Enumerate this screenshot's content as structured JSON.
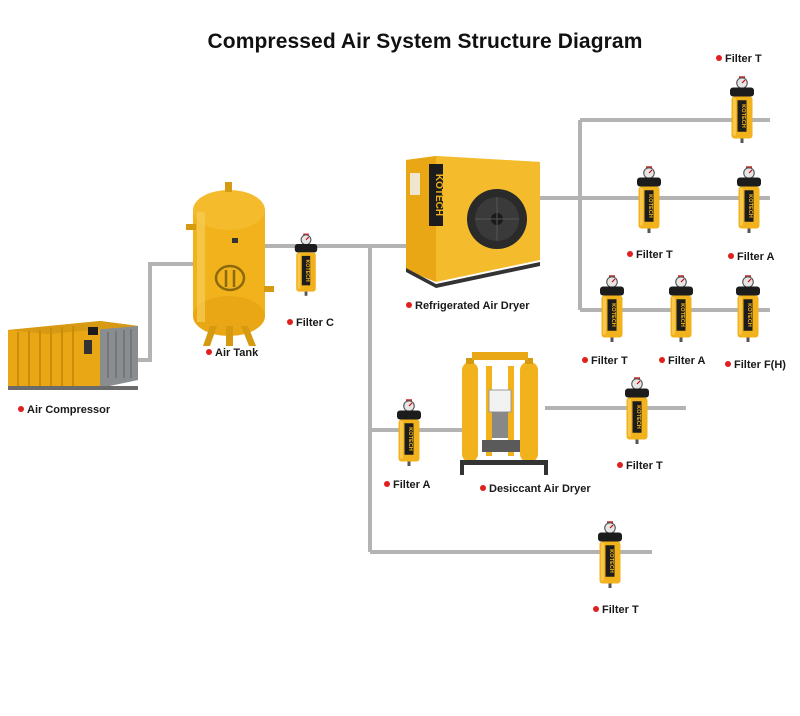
{
  "title": "Compressed Air System Structure Diagram",
  "brand": "KOTECH",
  "colors": {
    "equipment": "#f2b21c",
    "equipment_dark": "#c98d08",
    "pipe": "#b3b3b3",
    "marker": "#e0201e",
    "cap": "#1c1c1c"
  },
  "labels": {
    "air_compressor": "Air Compressor",
    "air_tank": "Air Tank",
    "filter_c": "Filter C",
    "refrigerated_air_dryer": "Refrigerated Air Dryer",
    "filter_t_top": "Filter T",
    "filter_t_mid": "Filter T",
    "filter_a_mid": "Filter A",
    "filter_t_low": "Filter T",
    "filter_a_low": "Filter A",
    "filter_fh": "Filter F(H)",
    "filter_a_desiccant": "Filter A",
    "desiccant_air_dryer": "Desiccant Air Dryer",
    "filter_t_desiccant": "Filter T",
    "filter_t_bottom": "Filter T"
  }
}
